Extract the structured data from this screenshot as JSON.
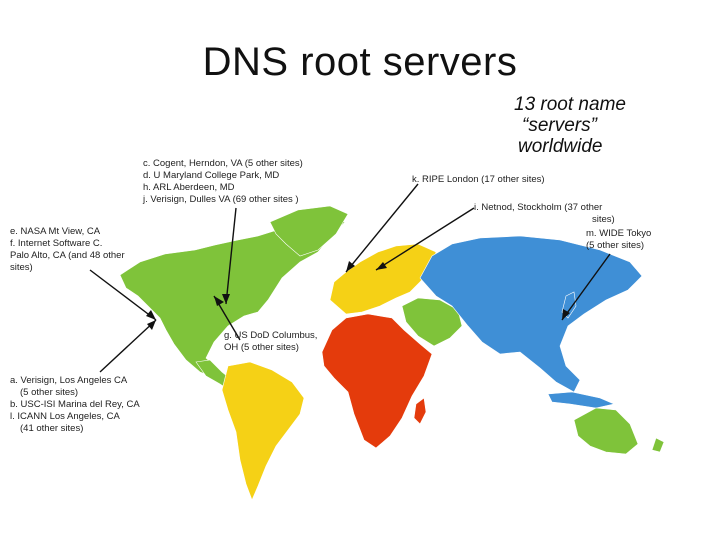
{
  "title": "DNS root servers",
  "subtitle": {
    "line1": "13 root name",
    "line2": "“servers”",
    "line3": "worldwide"
  },
  "colors": {
    "americas": "#7fc33a",
    "south_america": "#f5d116",
    "europe": "#f5d116",
    "africa": "#e43b0c",
    "middle_east": "#7fc33a",
    "asia": "#3f8fd6",
    "australia": "#7fc33a",
    "arrow": "#111111"
  },
  "regions": [
    "north-america",
    "south-america",
    "europe",
    "africa",
    "middle-east",
    "asia",
    "australia"
  ],
  "labels": {
    "cdhj": [
      "c. Cogent, Herndon, VA (5 other sites)",
      "d. U Maryland College Park, MD",
      "h. ARL Aberdeen, MD",
      "j. Verisign, Dulles VA (69 other sites )"
    ],
    "ef": [
      "e. NASA Mt View, CA",
      "f. Internet Software C.",
      "Palo Alto, CA (and 48 other",
      "sites)"
    ],
    "g": [
      "g. US DoD Columbus,",
      "OH (5 other sites)"
    ],
    "abl": [
      "a. Verisign, Los Angeles CA",
      "   (5 other sites)",
      "b. USC-ISI Marina del Rey, CA",
      "l. ICANN Los Angeles, CA",
      "   (41 other sites)"
    ],
    "k": [
      "k. RIPE London (17 other sites)"
    ],
    "i": [
      "i. Netnod, Stockholm (37 other",
      "sites)"
    ],
    "m": [
      "m. WIDE Tokyo",
      "(5 other sites)"
    ]
  }
}
